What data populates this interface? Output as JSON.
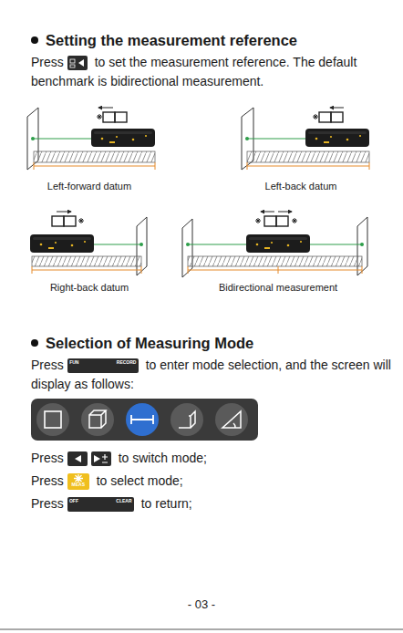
{
  "diagram": {
    "nodes": [
      {
        "text": [
          "FUN RECORD"
        ]
      },
      {
        "text": [
          "MEAS"
        ]
      },
      {
        "text": [
          "OFF CLEAR"
        ]
      }
    ],
    "labels": [
      "Setting the measurement reference",
      "Press",
      "to set the measurement reference. The default benchmark is bidirectional measurement.",
      "Left-forward datum",
      "Left-back datum",
      "Right-back datum",
      "Bidirectional measurement",
      "Selection of Measuring Mode",
      "Press",
      "to enter mode selection, and the screen will display as follows:",
      "Press",
      "to switch mode;",
      "Press",
      "to select mode;",
      "Press",
      "to return;",
      "- 03 -"
    ]
  }
}
